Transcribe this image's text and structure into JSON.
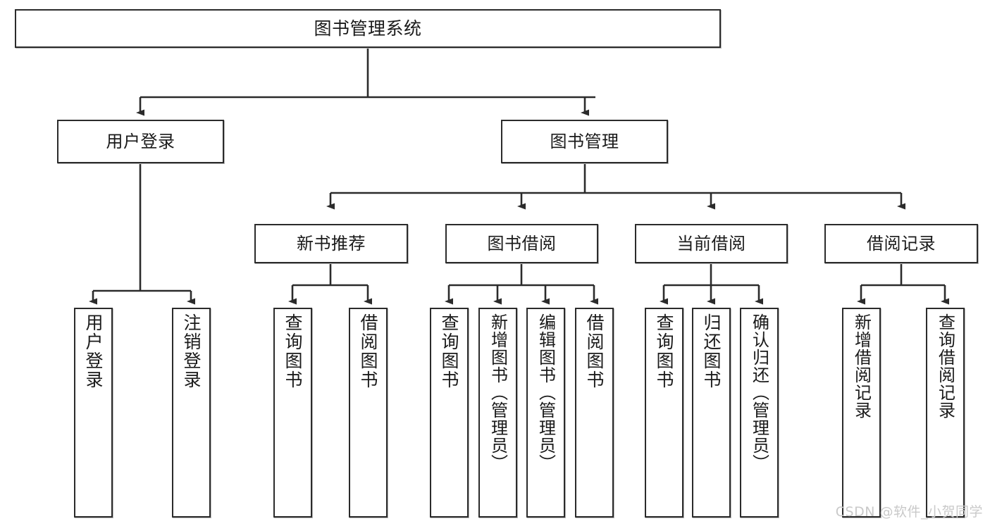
{
  "diagram": {
    "title": "图书管理系统",
    "type": "tree-hierarchy",
    "stroke_color": "#2b2b2b",
    "fill_color": "#ffffff",
    "text_color": "#1a1a1a"
  },
  "nodes": {
    "root": {
      "label": "图书管理系统"
    },
    "level2": [
      {
        "id": "user-login",
        "label": "用户登录"
      },
      {
        "id": "book-manage",
        "label": "图书管理"
      }
    ],
    "level3": [
      {
        "id": "new-book-rec",
        "label": "新书推荐"
      },
      {
        "id": "book-borrow",
        "label": "图书借阅"
      },
      {
        "id": "current-borrow",
        "label": "当前借阅"
      },
      {
        "id": "borrow-record",
        "label": "借阅记录"
      }
    ],
    "leaves": [
      {
        "id": "leaf-user-login",
        "label": "用户登录",
        "parent": "user-login"
      },
      {
        "id": "leaf-logout",
        "label": "注销登录",
        "parent": "user-login"
      },
      {
        "id": "leaf-query-book-1",
        "label": "查询图书",
        "parent": "new-book-rec"
      },
      {
        "id": "leaf-borrow-book-1",
        "label": "借阅图书",
        "parent": "new-book-rec"
      },
      {
        "id": "leaf-query-book-2",
        "label": "查询图书",
        "parent": "book-borrow"
      },
      {
        "id": "leaf-add-book",
        "label": "新增图书（管理员）",
        "parent": "book-borrow"
      },
      {
        "id": "leaf-edit-book",
        "label": "编辑图书（管理员）",
        "parent": "book-borrow"
      },
      {
        "id": "leaf-borrow-book-2",
        "label": "借阅图书",
        "parent": "book-borrow"
      },
      {
        "id": "leaf-query-book-3",
        "label": "查询图书",
        "parent": "current-borrow"
      },
      {
        "id": "leaf-return-book",
        "label": "归还图书",
        "parent": "current-borrow"
      },
      {
        "id": "leaf-confirm-return",
        "label": "确认归还（管理员）",
        "parent": "current-borrow"
      },
      {
        "id": "leaf-add-record",
        "label": "新增借阅记录",
        "parent": "borrow-record"
      },
      {
        "id": "leaf-query-record",
        "label": "查询借阅记录",
        "parent": "borrow-record"
      }
    ]
  },
  "watermark": {
    "text": "CSDN @软件_小贺同学"
  }
}
